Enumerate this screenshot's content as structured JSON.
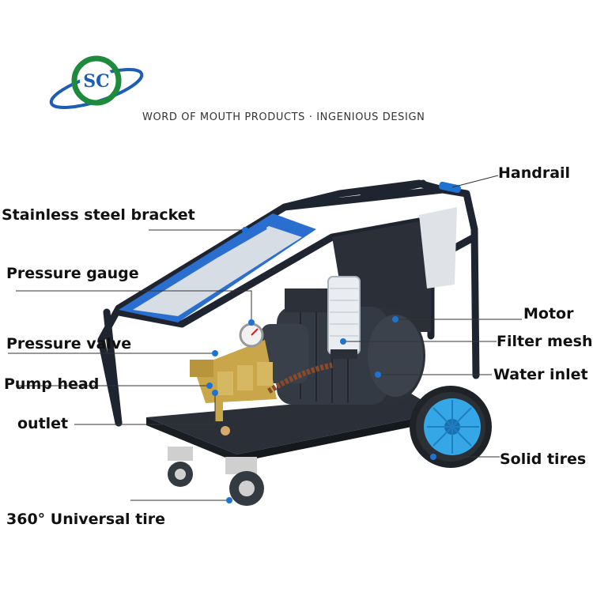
{
  "header": {
    "logo_text": "SC",
    "tagline": "WORD OF MOUTH PRODUCTS · INGENIOUS DESIGN"
  },
  "colors": {
    "frame": "#1f2530",
    "accent_blue": "#1e73d2",
    "logo_green": "#1d8a3c",
    "logo_blue": "#1c5db5",
    "tire_blue": "#35a6e6",
    "pump_brass": "#c9a64a"
  },
  "callouts": [
    {
      "id": "handrail",
      "label": "Handrail"
    },
    {
      "id": "stainless-steel-bracket",
      "label": "Stainless steel bracket"
    },
    {
      "id": "pressure-gauge",
      "label": "Pressure gauge"
    },
    {
      "id": "motor",
      "label": "Motor"
    },
    {
      "id": "pressure-valve",
      "label": "Pressure valve"
    },
    {
      "id": "filter-mesh",
      "label": "Filter mesh"
    },
    {
      "id": "pump-head",
      "label": "Pump head"
    },
    {
      "id": "water-inlet",
      "label": "Water inlet"
    },
    {
      "id": "outlet",
      "label": "outlet"
    },
    {
      "id": "solid-tires",
      "label": "Solid tires"
    },
    {
      "id": "universal-tire",
      "label": "360° Universal tire"
    }
  ]
}
